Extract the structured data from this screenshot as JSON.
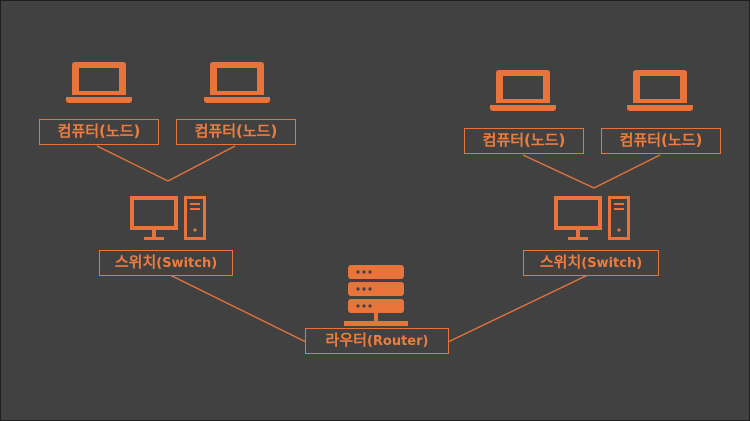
{
  "nodes": {
    "computer_1": {
      "label": "컴퓨터(노드)",
      "icon": "laptop-icon"
    },
    "computer_2": {
      "label": "컴퓨터(노드)",
      "icon": "laptop-icon"
    },
    "computer_3": {
      "label": "컴퓨터(노드)",
      "icon": "laptop-icon"
    },
    "computer_4": {
      "label": "컴퓨터(노드)",
      "icon": "laptop-icon"
    },
    "switch_left": {
      "label": "스위치",
      "label_en": "(Switch)",
      "icon": "desktop-computer-icon"
    },
    "switch_right": {
      "label": "스위치",
      "label_en": "(Switch)",
      "icon": "desktop-computer-icon"
    },
    "router": {
      "label": "라우터",
      "label_en": "(Router)",
      "icon": "server-rack-icon"
    }
  },
  "colors": {
    "background": "#414141",
    "accent": "#e8743b"
  }
}
